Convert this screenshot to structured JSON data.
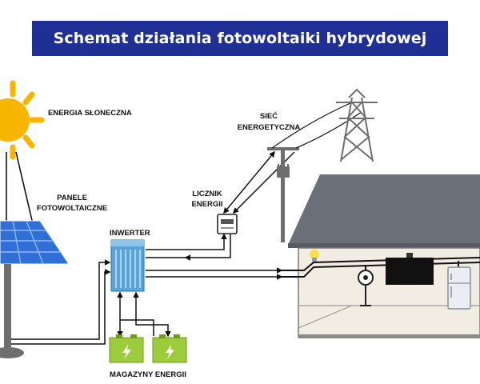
{
  "title": "Schemat działania fotowoltaiki hybrydowej",
  "labels": {
    "sun": "ENERGIA SŁONECZNA",
    "panels_line1": "PANELE",
    "panels_line2": "FOTOWOLTAICZNE",
    "inverter": "INWERTER",
    "grid_line1": "SIEĆ",
    "grid_line2": "ENERGETYCZNA",
    "meter_line1": "LICZNIK",
    "meter_line2": "ENERGII",
    "storage": "MAGAZYNY ENERGII"
  },
  "colors": {
    "title_bg": "#1f2f94",
    "sun": "#f7b500",
    "panel": "#2f6fd6",
    "inverter": "#5aa3d8",
    "battery": "#9ccc3c",
    "roof": "#6b6f78",
    "wall": "#f2ede3",
    "wire": "#111111"
  },
  "icons": [
    "sun-icon",
    "solar-panel-icon",
    "inverter-icon",
    "battery-icon",
    "power-tower-icon",
    "energy-meter-icon",
    "house-icon",
    "light-bulb-icon",
    "fan-icon",
    "tv-icon",
    "fridge-icon"
  ]
}
